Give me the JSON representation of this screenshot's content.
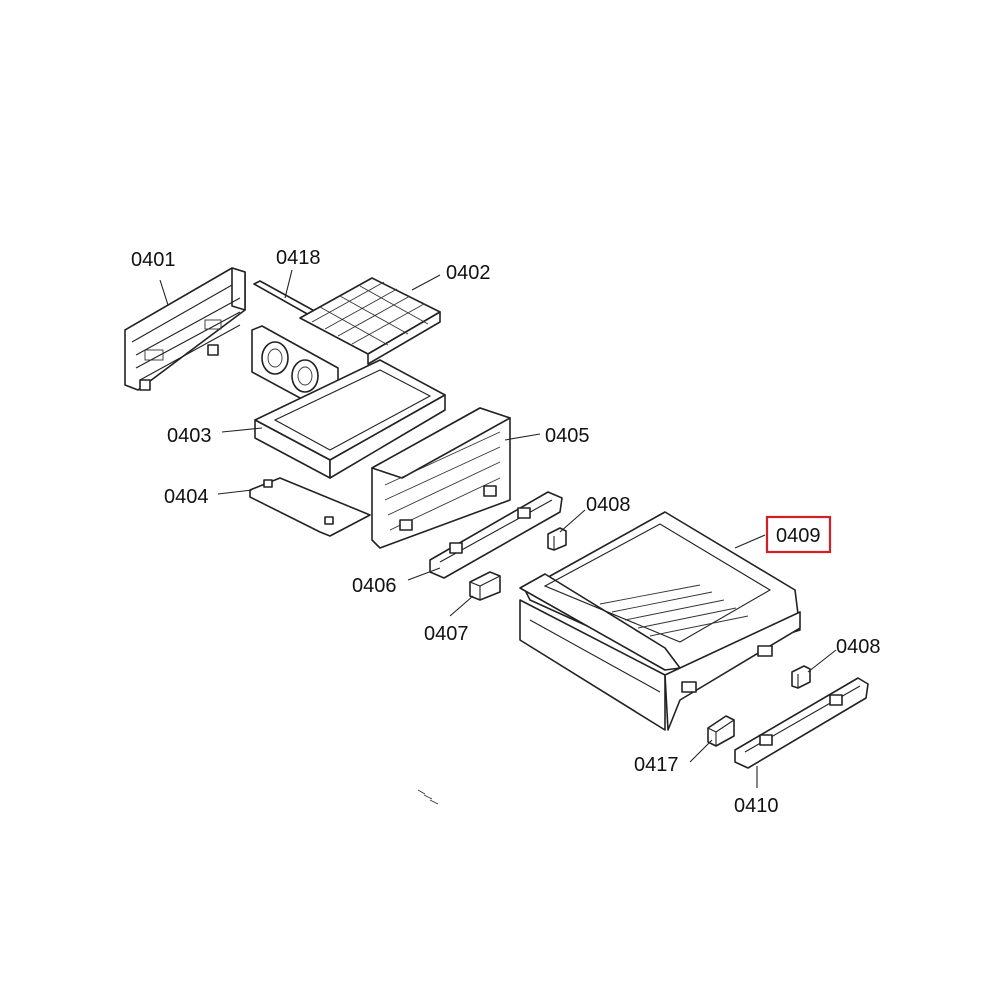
{
  "callouts": {
    "c0401": "0401",
    "c0418": "0418",
    "c0402": "0402",
    "c0403": "0403",
    "c0405": "0405",
    "c0404": "0404",
    "c0408a": "0408",
    "c0409": "0409",
    "c0406": "0406",
    "c0407": "0407",
    "c0408b": "0408",
    "c0417": "0417",
    "c0410": "0410"
  },
  "highlight": {
    "part": "0409",
    "color": "#d11f26"
  }
}
